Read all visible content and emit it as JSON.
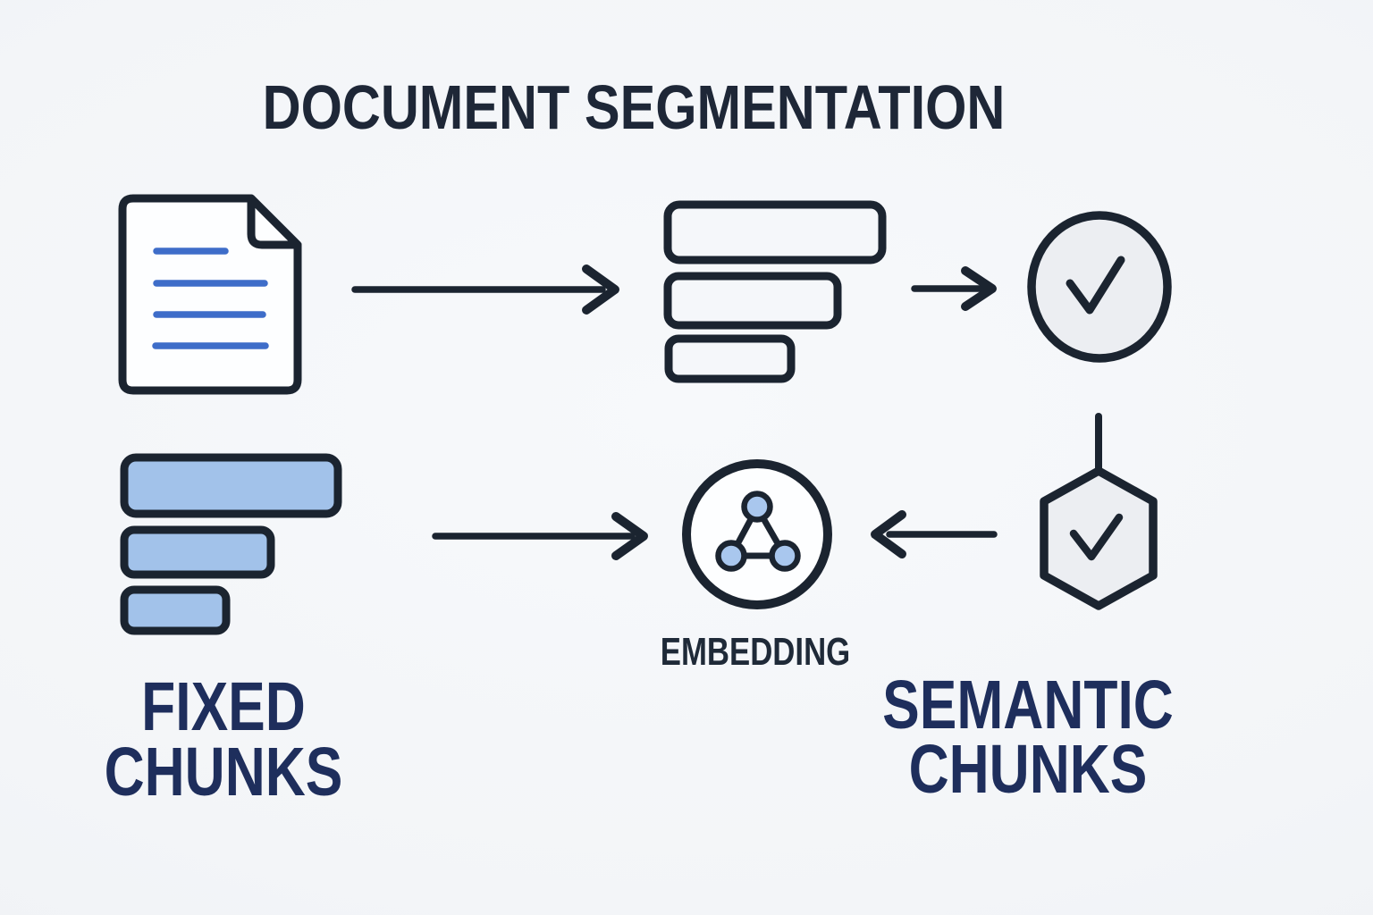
{
  "title": "DOCUMENT SEGMENTATION",
  "diagram": {
    "flow_top": [
      "document-icon",
      "chunk-stack-outline",
      "check-circle-icon"
    ],
    "flow_bottom": [
      "fixed-chunk-stack",
      "embedding-network-icon",
      "check-hexagon-icon"
    ],
    "embedding_label": "EMBEDDING",
    "fixed_label": {
      "line1": "FIXED",
      "line2": "CHUNKS"
    },
    "semantic_label": {
      "line1": "SEMANTIC",
      "line2": "CHUNKS"
    }
  },
  "colors": {
    "background": "#f3f5f8",
    "outline_dark": "#1b2430",
    "title_text": "#1e2737",
    "label_navy": "#1e2e5c",
    "doc_line_blue": "#3e6dc9",
    "chunk_blue_fill": "#a2c2ea",
    "node_blue_fill": "#a9c7ee",
    "shape_gray_fill": "#eceef2",
    "white_fill": "#fdfeff"
  }
}
